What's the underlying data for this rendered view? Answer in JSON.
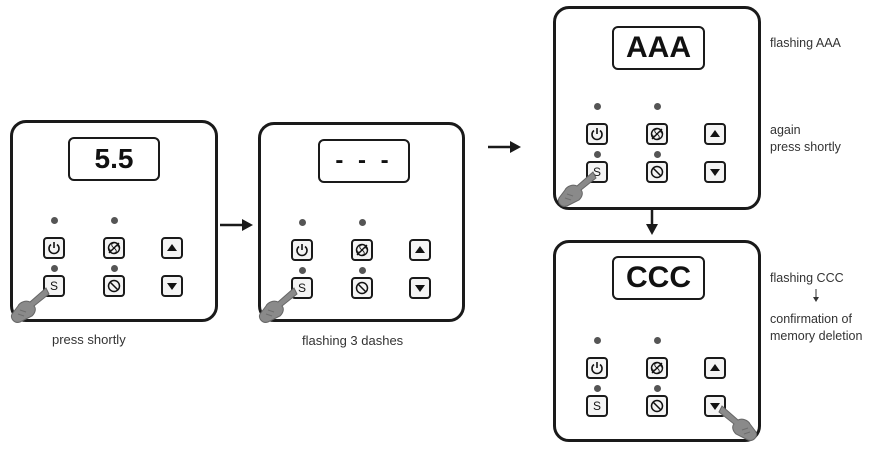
{
  "panels": [
    {
      "display": "5.5",
      "caption": "press shortly"
    },
    {
      "display": "- - -",
      "caption": "flashing 3 dashes"
    },
    {
      "display": "AAA",
      "note_lines": [
        "flashing AAA"
      ],
      "note2_lines": [
        "again",
        "press shortly"
      ]
    },
    {
      "display": "CCC",
      "note_lines": [
        "flashing CCC"
      ],
      "note2_lines": [
        "confirmation of",
        "memory deletion"
      ]
    }
  ],
  "buttons": {
    "power": {
      "icon": "power-icon"
    },
    "fan": {
      "icon": "fan-slash-icon"
    },
    "up": {
      "icon": "triangle-up-icon"
    },
    "s": {
      "label": "S"
    },
    "cancel": {
      "icon": "circle-slash-icon"
    },
    "down": {
      "icon": "triangle-down-icon"
    }
  },
  "colors": {
    "stroke": "#1a1a1a",
    "hand": "#8a8a8a",
    "led": "#555555"
  }
}
